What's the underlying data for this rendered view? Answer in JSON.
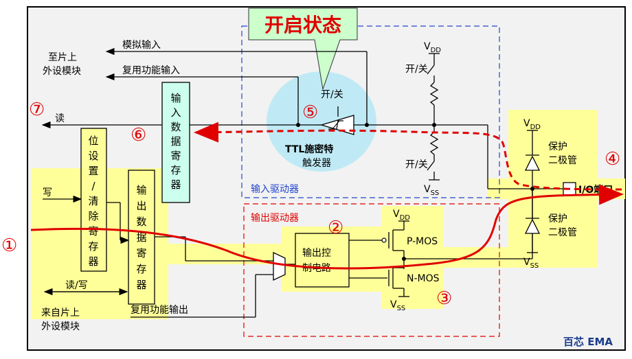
{
  "title_callout": "开启状态",
  "left_labels": {
    "to_peripheral_1": "至片上",
    "to_peripheral_2": "外设模块",
    "analog_input": "模拟输入",
    "alt_func_input": "复用功能输入",
    "read": "读",
    "write": "写",
    "read_write": "读/写",
    "from_peripheral_1": "来自片上",
    "from_peripheral_2": "外设模块",
    "alt_func_output": "复用功能输出"
  },
  "blocks": {
    "bsrr": [
      "位",
      "设",
      "置",
      "/",
      "清",
      "除",
      "寄",
      "存",
      "器"
    ],
    "idr": [
      "输",
      "入",
      "数",
      "据",
      "寄",
      "存",
      "器"
    ],
    "odr": [
      "输",
      "出",
      "数",
      "据",
      "寄",
      "存",
      "器"
    ],
    "output_ctrl_1": "输出控",
    "output_ctrl_2": "制电路"
  },
  "input_driver": {
    "label": "输入驱动器",
    "schmitt_1": "TTL施密特",
    "schmitt_2": "触发器",
    "switch": "开/关",
    "vdd": "V",
    "vdd_sub": "DD",
    "vss": "V",
    "vss_sub": "SS",
    "sw_top": "开/关",
    "sw_bottom": "开/关"
  },
  "output_driver": {
    "label": "输出驱动器",
    "pmos": "P-MOS",
    "nmos": "N-MOS"
  },
  "protection": {
    "label_1": "保护",
    "label_2": "二极管",
    "io_port": "I/O端口"
  },
  "markers": [
    "①",
    "②",
    "③",
    "④",
    "⑤",
    "⑥",
    "⑦"
  ],
  "logo": "百芯 EMA",
  "colors": {
    "highlight": "#ffff99",
    "idr_fill": "#ccffee",
    "callout_fill": "#ccffcc",
    "schmitt_bubble": "#bfeaf5",
    "red": "#e00000",
    "blue_dash": "#2244cc",
    "logo": "#1a3c8c"
  }
}
